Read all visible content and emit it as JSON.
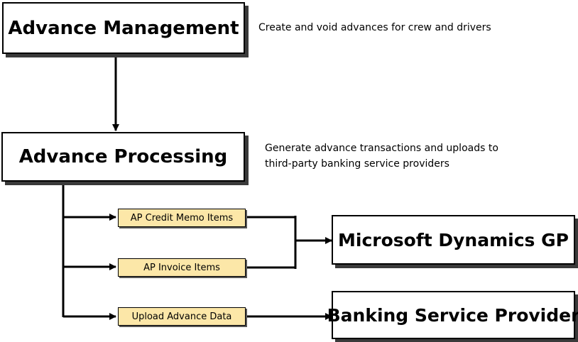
{
  "nodes": {
    "advance_management": "Advance Management",
    "advance_processing": "Advance Processing",
    "microsoft_dynamics_gp": "Microsoft Dynamics GP",
    "banking_service_provider": "Banking Service Provider"
  },
  "items": {
    "ap_credit_memo": "AP Credit Memo Items",
    "ap_invoice": "AP Invoice Items",
    "upload_advance_data": "Upload Advance Data"
  },
  "descriptions": {
    "advance_management": "Create and void advances for crew and drivers",
    "advance_processing_line1": "Generate advance transactions and uploads to",
    "advance_processing_line2": "third-party banking service providers"
  },
  "colors": {
    "item_fill": "#fce7a8",
    "stroke": "#000000"
  }
}
